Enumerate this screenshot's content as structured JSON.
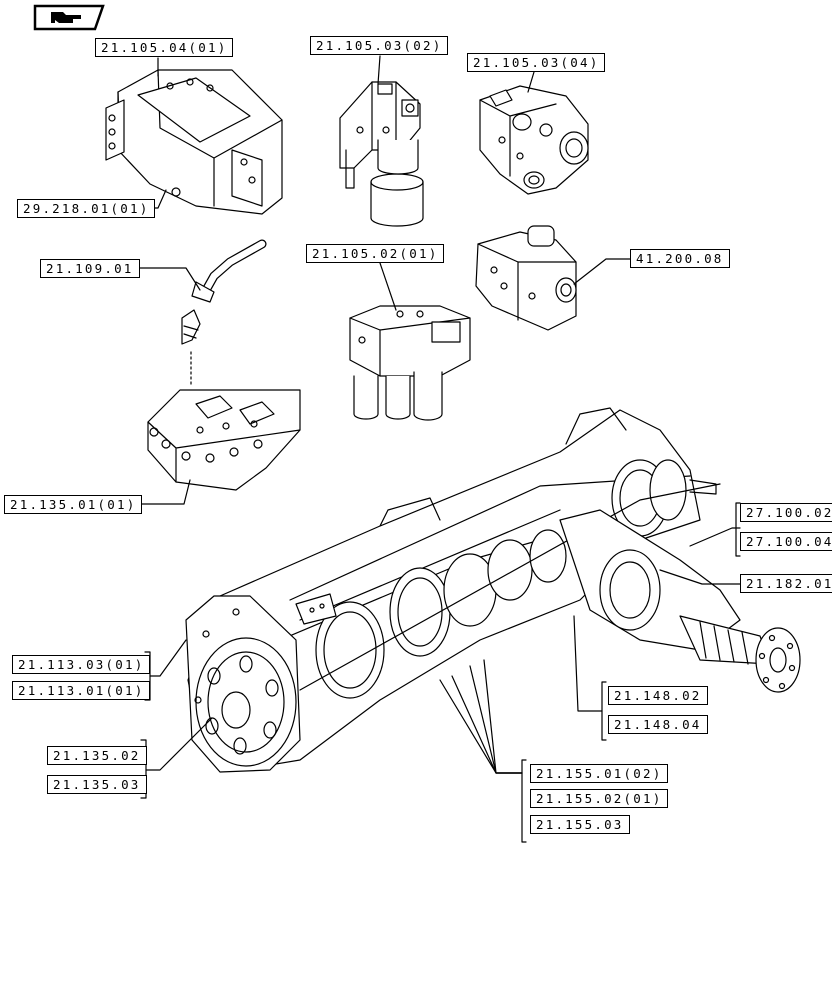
{
  "labels": {
    "l1": "21.105.04(01)",
    "l2": "21.105.03(02)",
    "l3": "21.105.03(04)",
    "l4": "29.218.01(01)",
    "l5": "21.109.01",
    "l6": "21.105.02(01)",
    "l7": "41.200.08",
    "l8": "21.135.01(01)",
    "l9": "27.100.02",
    "l10": "27.100.04",
    "l11": "21.182.01",
    "l12": "21.113.03(01)",
    "l13": "21.113.01(01)",
    "l14": "21.148.02",
    "l15": "21.148.04",
    "l16": "21.135.02",
    "l17": "21.135.03",
    "l18": "21.155.01(02)",
    "l19": "21.155.02(01)",
    "l20": "21.155.03"
  },
  "icons": {
    "nav": "hand-pointer-icon"
  },
  "colors": {
    "ink": "#000000",
    "paper": "#ffffff"
  }
}
